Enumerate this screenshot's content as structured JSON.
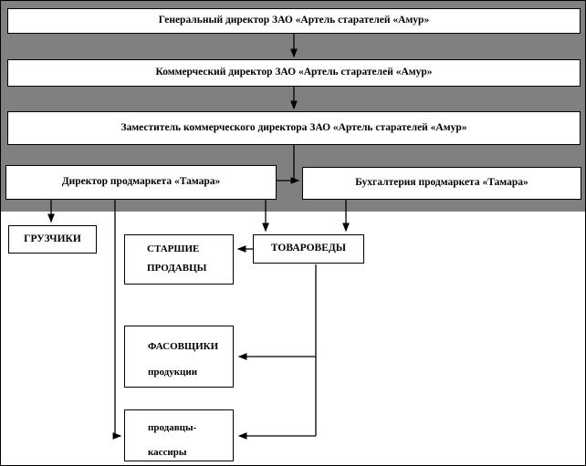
{
  "diagram": {
    "type": "org-chart",
    "panel_color": "#808080",
    "box_fill": "#ffffff",
    "border_color": "#000000",
    "nodes": {
      "general_director": "Генеральный директор ЗАО «Артель старателей «Амур»",
      "commercial_director": "Коммерческий директор ЗАО «Артель старателей «Амур»",
      "deputy_commercial_director": "Заместитель коммерческого директора ЗАО «Артель старателей «Амур»",
      "market_director": "Директор продмаркета «Тамара»",
      "accounting": "Бухгалтерия  продмаркета «Тамара»",
      "loaders": "ГРУЗЧИКИ",
      "senior_sellers": "СТАРШИЕ\nПРОДАВЦЫ",
      "merchandisers": "ТОВАРОВЕДЫ",
      "packers": "ФАСОВЩИКИ\nпродукции",
      "cashiers": "продавцы-\nкассиры"
    },
    "edges": [
      {
        "from": "general_director",
        "to": "commercial_director"
      },
      {
        "from": "commercial_director",
        "to": "deputy_commercial_director"
      },
      {
        "from": "deputy_commercial_director",
        "to": "accounting"
      },
      {
        "from": "market_director",
        "to": "accounting"
      },
      {
        "from": "market_director",
        "to": "loaders"
      },
      {
        "from": "market_director",
        "to": "merchandisers"
      },
      {
        "from": "accounting",
        "to": "merchandisers"
      },
      {
        "from": "merchandisers",
        "to": "senior_sellers"
      },
      {
        "from": "merchandisers",
        "to": "packers"
      },
      {
        "from": "merchandisers",
        "to": "cashiers"
      },
      {
        "from": "market_director",
        "to": "cashiers"
      }
    ]
  }
}
